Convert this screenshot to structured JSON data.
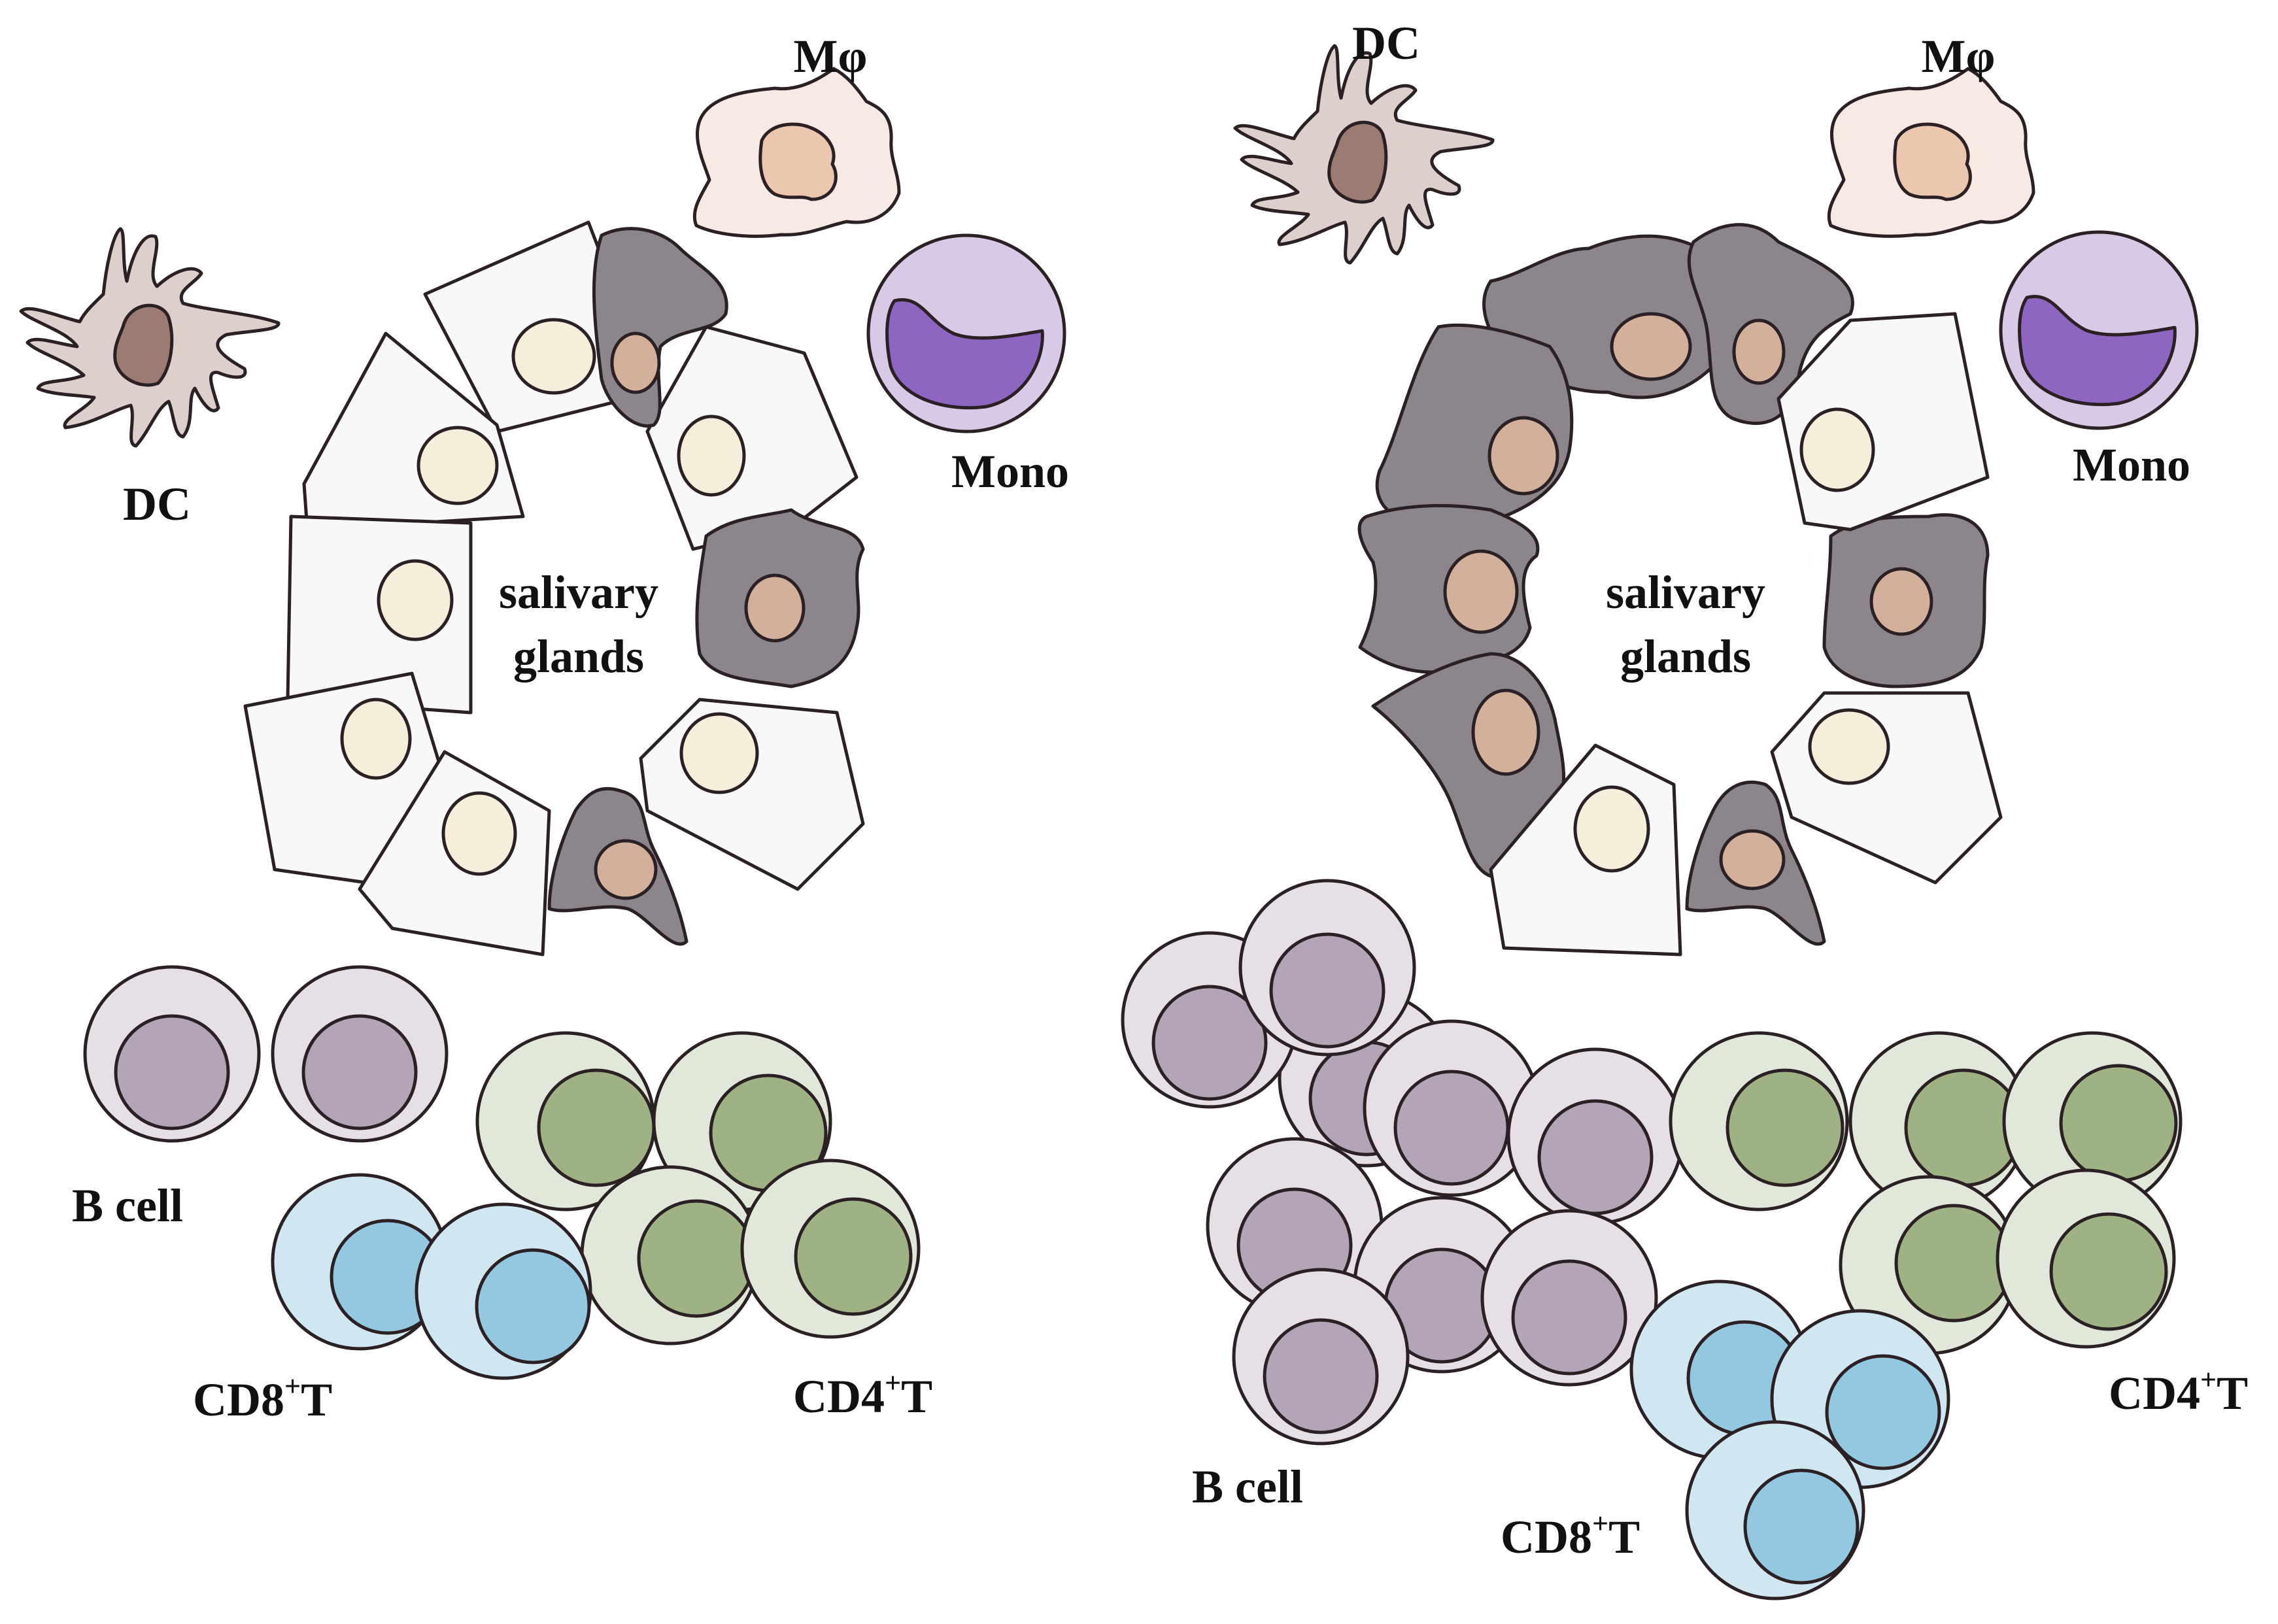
{
  "colors": {
    "outline": "#2b2124",
    "healthy_cell": "#f8f8f8",
    "healthy_nucleus": "#f4eedb",
    "dark_cell": "#8c858b",
    "dark_nucleus": "#d3b09c",
    "dc_body": "#ddd0cc",
    "dc_nucleus": "#9c7b73",
    "macrophage_body": "#f7e9e3",
    "macrophage_nucleus": "#ecc7b0",
    "mono_body": "#d8c9e6",
    "mono_nucleus": "#8e66c2",
    "b_cell_body": "#e6e0e6",
    "b_cell_nucleus": "#b3a4b8",
    "cd4_body": "#e2e8d9",
    "cd4_nucleus": "#9fb284",
    "cd8_body": "#d0e6f1",
    "cd8_nucleus": "#94c8e0"
  },
  "panels": [
    {
      "id": "left",
      "gland_label": [
        "salivary",
        "glands"
      ],
      "labels": {
        "dc": "DC",
        "macrophage": "Mφ",
        "monocyte": "Mono",
        "b_cell": "B cell",
        "cd8_prefix": "CD8",
        "cd8_sup": "+",
        "cd8_suffix": "T",
        "cd4_prefix": "CD4",
        "cd4_sup": "+",
        "cd4_suffix": "T"
      }
    },
    {
      "id": "right",
      "gland_label": [
        "salivary",
        "glands"
      ],
      "labels": {
        "dc": "DC",
        "macrophage": "Mφ",
        "monocyte": "Mono",
        "b_cell": "B cell",
        "cd8_prefix": "CD8",
        "cd8_sup": "+",
        "cd8_suffix": "T",
        "cd4_prefix": "CD4",
        "cd4_sup": "+",
        "cd4_suffix": "T"
      }
    }
  ]
}
